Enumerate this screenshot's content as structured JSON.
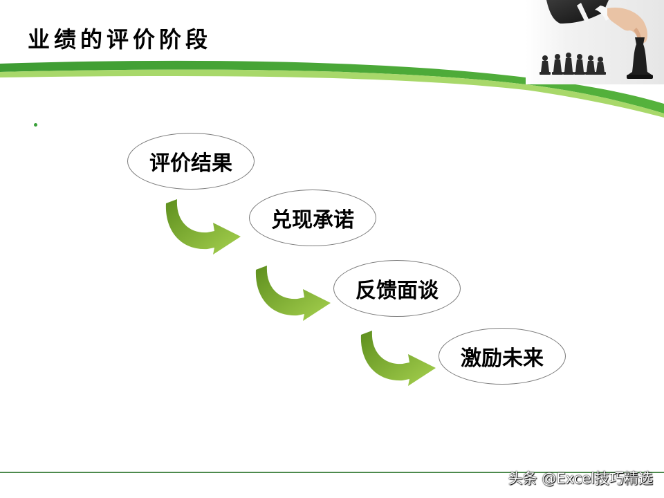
{
  "slide": {
    "title": "业绩的评价阶段"
  },
  "stages": [
    {
      "label": "评价结果"
    },
    {
      "label": "兑现承诺"
    },
    {
      "label": "反馈面谈"
    },
    {
      "label": "激励未来"
    }
  ],
  "colors": {
    "band_dark_green": "#4aa83a",
    "band_light_green": "#9bd25a",
    "arrow_green_dark": "#5e8f1e",
    "arrow_green_light": "#a6d14f",
    "stage_border": "#7a7a7a"
  },
  "decorations": {
    "photo": "chess-hand-photo",
    "arrow_icon": "curved-arrow-icon"
  },
  "watermark": {
    "text": "头条 @Excel技巧精选"
  }
}
